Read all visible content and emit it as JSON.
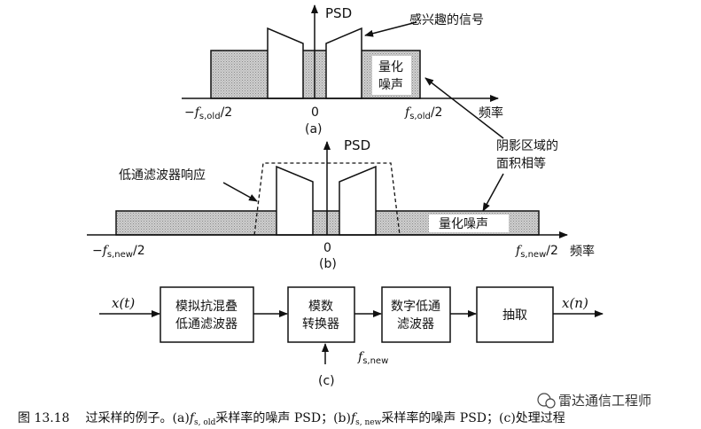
{
  "panel_a": {
    "y_axis_label": "PSD",
    "signal_label": "感兴趣的信号",
    "noise_label_line1": "量化",
    "noise_label_line2": "噪声",
    "left_tick_prefix": "−",
    "left_tick_f": "f",
    "left_tick_sub": "s,old",
    "left_tick_suffix": "/2",
    "zero_tick": "0",
    "right_tick_f": "f",
    "right_tick_sub": "s,old",
    "right_tick_suffix": "/2",
    "x_axis_label": "频率",
    "panel_label": "(a)"
  },
  "shaded_note": {
    "line1": "阴影区域的",
    "line2": "面积相等"
  },
  "panel_b": {
    "y_axis_label": "PSD",
    "filter_label": "低通滤波器响应",
    "noise_label": "量化噪声",
    "left_tick_prefix": "−",
    "left_tick_f": "f",
    "left_tick_sub": "s,new",
    "left_tick_suffix": "/2",
    "zero_tick": "0",
    "right_tick_f": "f",
    "right_tick_sub": "s,new",
    "right_tick_suffix": "/2",
    "x_axis_label": "频率",
    "panel_label": "(b)"
  },
  "panel_c": {
    "input_label": "x(t)",
    "block1_line1": "模拟抗混叠",
    "block1_line2": "低通滤波器",
    "block2_line1": "模数",
    "block2_line2": "转换器",
    "block3_line1": "数字低通",
    "block3_line2": "滤波器",
    "block4": "抽取",
    "output_label": "x(n)",
    "clock_f": "f",
    "clock_sub": "s,new",
    "panel_label": "(c)"
  },
  "caption": {
    "number": "图 13.18",
    "text_1": "过采样的例子。(a)",
    "f1": "f",
    "sub1": "s, old",
    "text_2": "采样率的噪声 PSD；(b)",
    "f2": "f",
    "sub2": "s, new",
    "text_3": "采样率的噪声 PSD；(c)处理过程"
  },
  "watermark": {
    "text": "雷达通信工程师"
  },
  "colors": {
    "shade": "#c4c4c4",
    "ink": "#111111"
  }
}
